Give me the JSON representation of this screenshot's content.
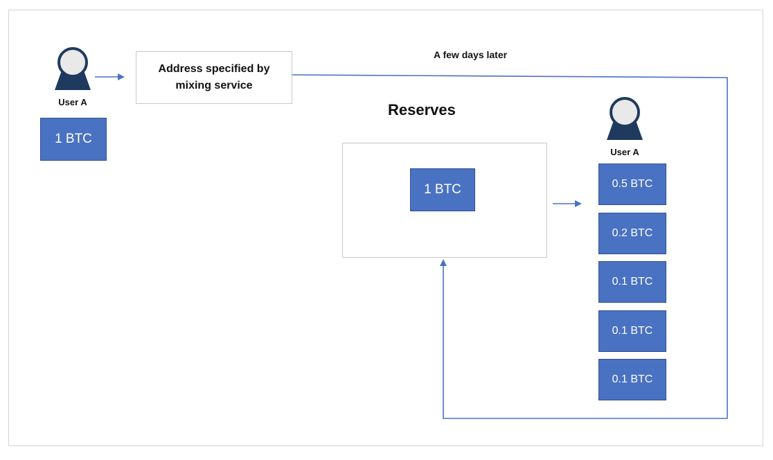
{
  "user_a_left": {
    "label": "User A",
    "amount": "1 BTC"
  },
  "address_box": {
    "line1": "Address specified by",
    "line2": "mixing service"
  },
  "annotation": {
    "later": "A few days later"
  },
  "reserves": {
    "title": "Reserves",
    "amount": "1 BTC"
  },
  "user_a_right": {
    "label": "User A",
    "outputs": [
      "0.5 BTC",
      "0.2 BTC",
      "0.1 BTC",
      "0.1 BTC",
      "0.1 BTC"
    ]
  },
  "colors": {
    "btc_fill": "#4a72c2",
    "arrow": "#4a72c2",
    "user_icon": "#1f3a5f"
  },
  "icons": {
    "user": "user-icon"
  }
}
